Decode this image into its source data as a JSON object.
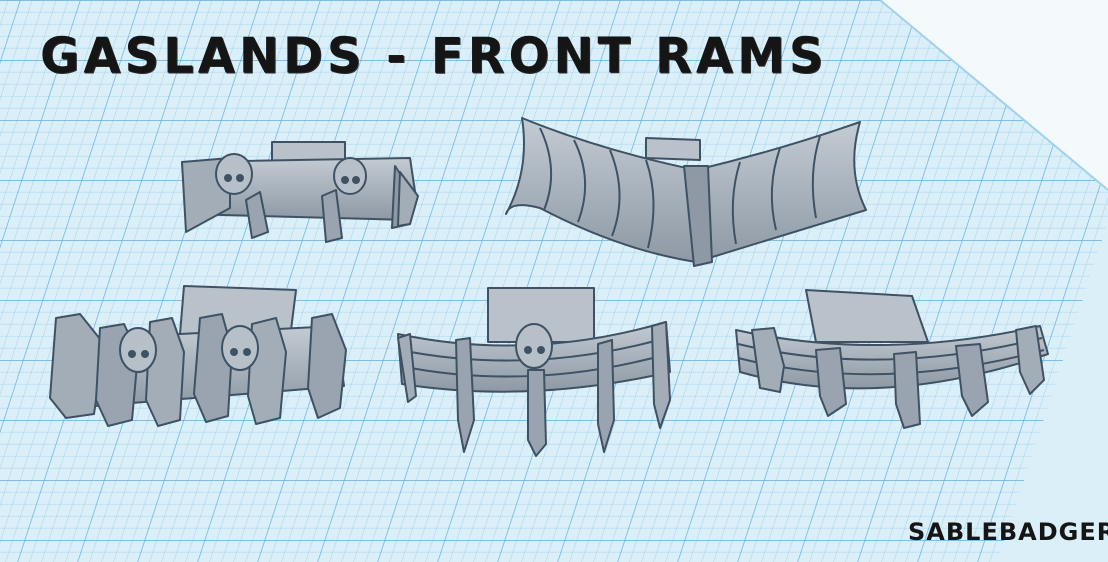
{
  "title": "GASLANDS - FRONT RAMS",
  "credit": "SABLEBADGER",
  "workplane": {
    "grid_color": "#86c4e6",
    "major_grid_color": "#5aaede",
    "background": "#dbeff8",
    "edge_color": "#ffffff"
  },
  "models": {
    "fill": "#a3adb8",
    "shadow": "#7d8894",
    "outline": "#3f5264",
    "items": [
      "skull-ram-small",
      "curved-plow-ram",
      "spiked-skull-ram",
      "log-skull-ram",
      "log-spike-ram"
    ]
  }
}
